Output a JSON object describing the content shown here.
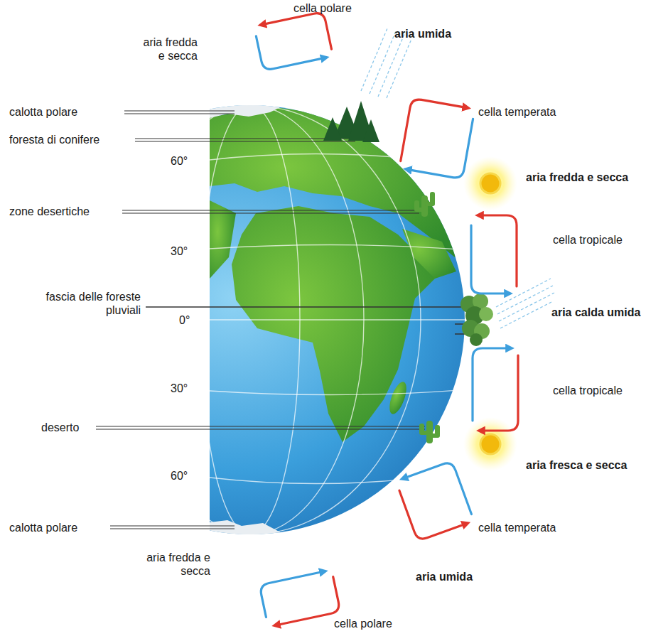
{
  "diagram": {
    "labels": [
      "cella polare",
      "aria fredda e secca",
      "aria umida",
      "calotta polare",
      "foresta di conifere",
      "cella temperata",
      "60°",
      "aria fredda e secca",
      "zone desertiche",
      "cella tropicale",
      "30°",
      "fascia delle foreste pluviali",
      "0°",
      "aria calda umida",
      "cella tropicale",
      "30°",
      "deserto",
      "aria fresca e secca",
      "60°",
      "cella temperata",
      "calotta polare",
      "aria fredda e secca",
      "aria umida",
      "cella polare"
    ]
  }
}
